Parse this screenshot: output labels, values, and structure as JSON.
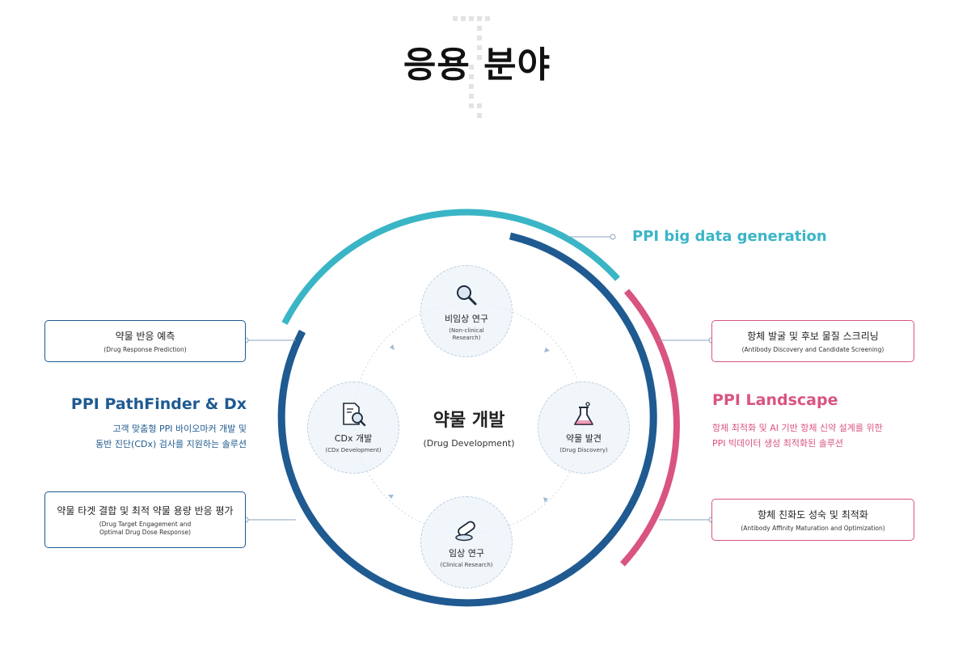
{
  "title": "응용 분야",
  "colors": {
    "teal": "#3ab5c6",
    "navy": "#1f5a91",
    "pink": "#d9547f",
    "node_border": "#b9cde0"
  },
  "center": {
    "title": "약물 개발",
    "subtitle": "(Drug Development)"
  },
  "nodes": {
    "non_clinical": {
      "icon": "magnifier-icon",
      "title": "비임상 연구",
      "subtitle": "(Non-clinical Research)"
    },
    "drug_discovery": {
      "icon": "flask-icon",
      "title": "약물 발견",
      "subtitle": "(Drug Discovery)"
    },
    "clinical": {
      "icon": "pill-icon",
      "title": "임상 연구",
      "subtitle": "(Clinical Research)"
    },
    "cdx": {
      "icon": "document-search-icon",
      "title": "CDx 개발",
      "subtitle": "(CDx Development)"
    }
  },
  "big_data": {
    "label": "PPI big data generation"
  },
  "pathfinder": {
    "title": "PPI PathFinder & Dx",
    "desc_line1": "고객 맞춤형 PPI 바이오마커 개발 및",
    "desc_line2": "동반 진단(CDx) 검사를 지원하는 솔루션",
    "box1": {
      "title": "약물 반응 예측",
      "subtitle": "(Drug Response Prediction)"
    },
    "box2": {
      "title": "약물 타겟 결합 및 최적 약물 용량 반응 평가",
      "subtitle_line1": "(Drug Target Engagement and",
      "subtitle_line2": "Optimal Drug Dose Response)"
    }
  },
  "landscape": {
    "title": "PPI Landscape",
    "desc_line1": "항체 최적화 및 AI 기반 항체 신약 설계를 위한",
    "desc_line2": "PPI 빅데이터 생성 최적화된 솔루션",
    "box1": {
      "title": "항체 발굴 및 후보 물질 스크리닝",
      "subtitle": "(Antibody Discovery and Candidate Screening)"
    },
    "box2": {
      "title": "항체 친화도 성숙 및 최적화",
      "subtitle": "(Antibody Affinity Maturation and Optimization)"
    }
  }
}
